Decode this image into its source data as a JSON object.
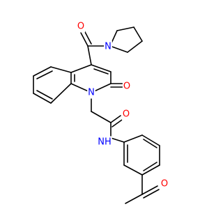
{
  "diagram": {
    "type": "chemical-structure",
    "colors": {
      "background": "#ffffff",
      "carbon_bond": "#000000",
      "oxygen": "#ff0000",
      "nitrogen": "#0000ff"
    },
    "atom_labels": {
      "ketone_O": "O",
      "amide_O": "O",
      "lactam_O": "O",
      "acetyl_O": "O",
      "pyrrolidine_N": "N",
      "quinolinone_N": "N",
      "amide_N": "NH"
    }
  }
}
